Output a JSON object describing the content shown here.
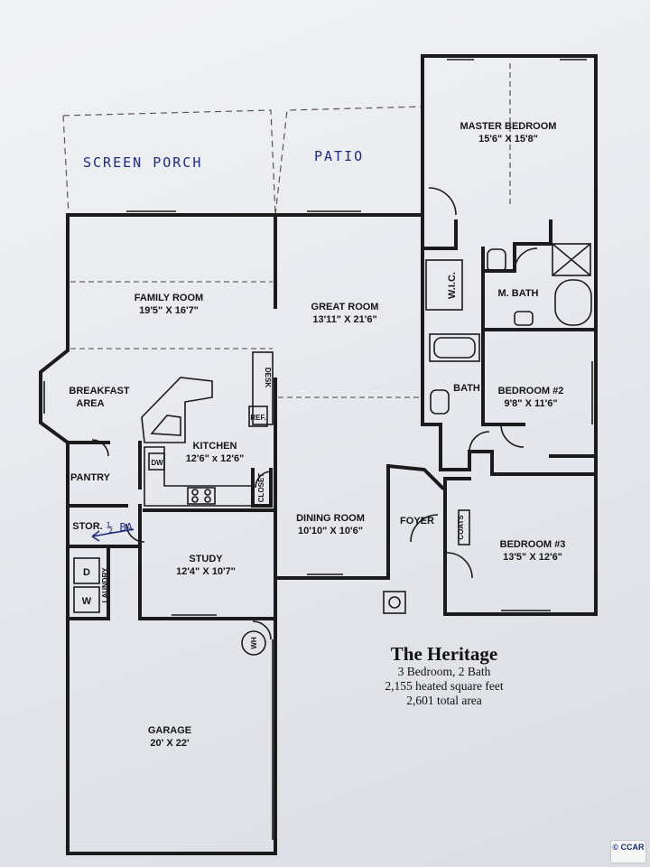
{
  "plan": {
    "name": "The Heritage",
    "specs": [
      "3 Bedroom, 2 Bath",
      "2,155 heated square feet",
      "2,601 total area"
    ]
  },
  "rooms": {
    "master_bedroom": {
      "name": "MASTER BEDROOM",
      "size": "15'6\" X 15'8\""
    },
    "family_room": {
      "name": "FAMILY ROOM",
      "size": "19'5\" X 16'7\""
    },
    "great_room": {
      "name": "GREAT ROOM",
      "size": "13'11\" X 21'6\""
    },
    "breakfast": {
      "name_line1": "BREAKFAST",
      "name_line2": "AREA"
    },
    "kitchen": {
      "name": "KITCHEN",
      "size": "12'6\" x 12'6\""
    },
    "bedroom2": {
      "name": "BEDROOM #2",
      "size": "9'8\" X 11'6\""
    },
    "bedroom3": {
      "name": "BEDROOM #3",
      "size": "13'5\" X 12'6\""
    },
    "dining_room": {
      "name": "DINING ROOM",
      "size": "10'10\" X 10'6\""
    },
    "study": {
      "name": "STUDY",
      "size": "12'4\" X 10'7\""
    },
    "garage": {
      "name": "GARAGE",
      "size": "20' X 22'"
    },
    "pantry": {
      "name": "PANTRY"
    },
    "storage": {
      "name": "STOR."
    },
    "foyer": {
      "name": "FOYER"
    },
    "bath": {
      "name": "BATH"
    },
    "master_bath": {
      "name": "M. BATH"
    },
    "wic": {
      "name": "W.I.C."
    },
    "laundry": {
      "name": "LAUNDRY"
    },
    "closet": {
      "name": "CLOSET"
    },
    "coats": {
      "name": "COATS"
    }
  },
  "fixtures": {
    "desk": "DESK",
    "refrigerator": "REF.",
    "dishwasher": "DW",
    "dryer": "D",
    "washer": "W",
    "water_heater": "WH"
  },
  "handwritten": {
    "screen_porch": "SCREEN PORCH",
    "patio": "PATIO",
    "half_bath": "½ BA"
  },
  "brand": "© CCAR",
  "colors": {
    "ink": "#1b1b1b",
    "pen": "#1f2b7a",
    "paper": "#eceef2"
  }
}
